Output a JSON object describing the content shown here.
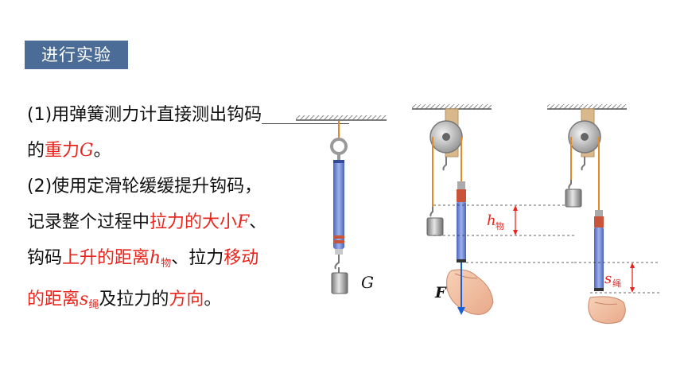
{
  "section_title": "进行实验",
  "steps": {
    "s1_a": "(1)用弹簧测力计直接测出钩码",
    "s1_b": "的",
    "s1_red": "重力",
    "s1_var": "G",
    "s1_end": "。",
    "s2_a": "(2)使用定滑轮缓缓提升钩码，",
    "s2_b": "记录整个过程中",
    "s2_red1": "拉力的大小",
    "s2_var1": "F",
    "s2_c": "、",
    "s2_d": "钩码",
    "s2_red2": "上升的距离",
    "s2_var2": "h",
    "s2_sub2": "物",
    "s2_e": "、拉力",
    "s2_red3": "移动",
    "s2_red4": "的距离",
    "s2_var3": "s",
    "s2_sub3": "绳",
    "s2_f": "及拉力的",
    "s2_red5": "方向",
    "s2_g": "。"
  },
  "figure_labels": {
    "g": "G",
    "f": "F",
    "h_var": "h",
    "h_sub": "物",
    "s_var": "s",
    "s_sub": "绳"
  },
  "colors": {
    "title_bg": "#4a6c96",
    "highlight": "#e8251d",
    "spring_scale": "#6b86d6",
    "rope": "#e08a2a",
    "arrow": "#1b5fd6"
  }
}
